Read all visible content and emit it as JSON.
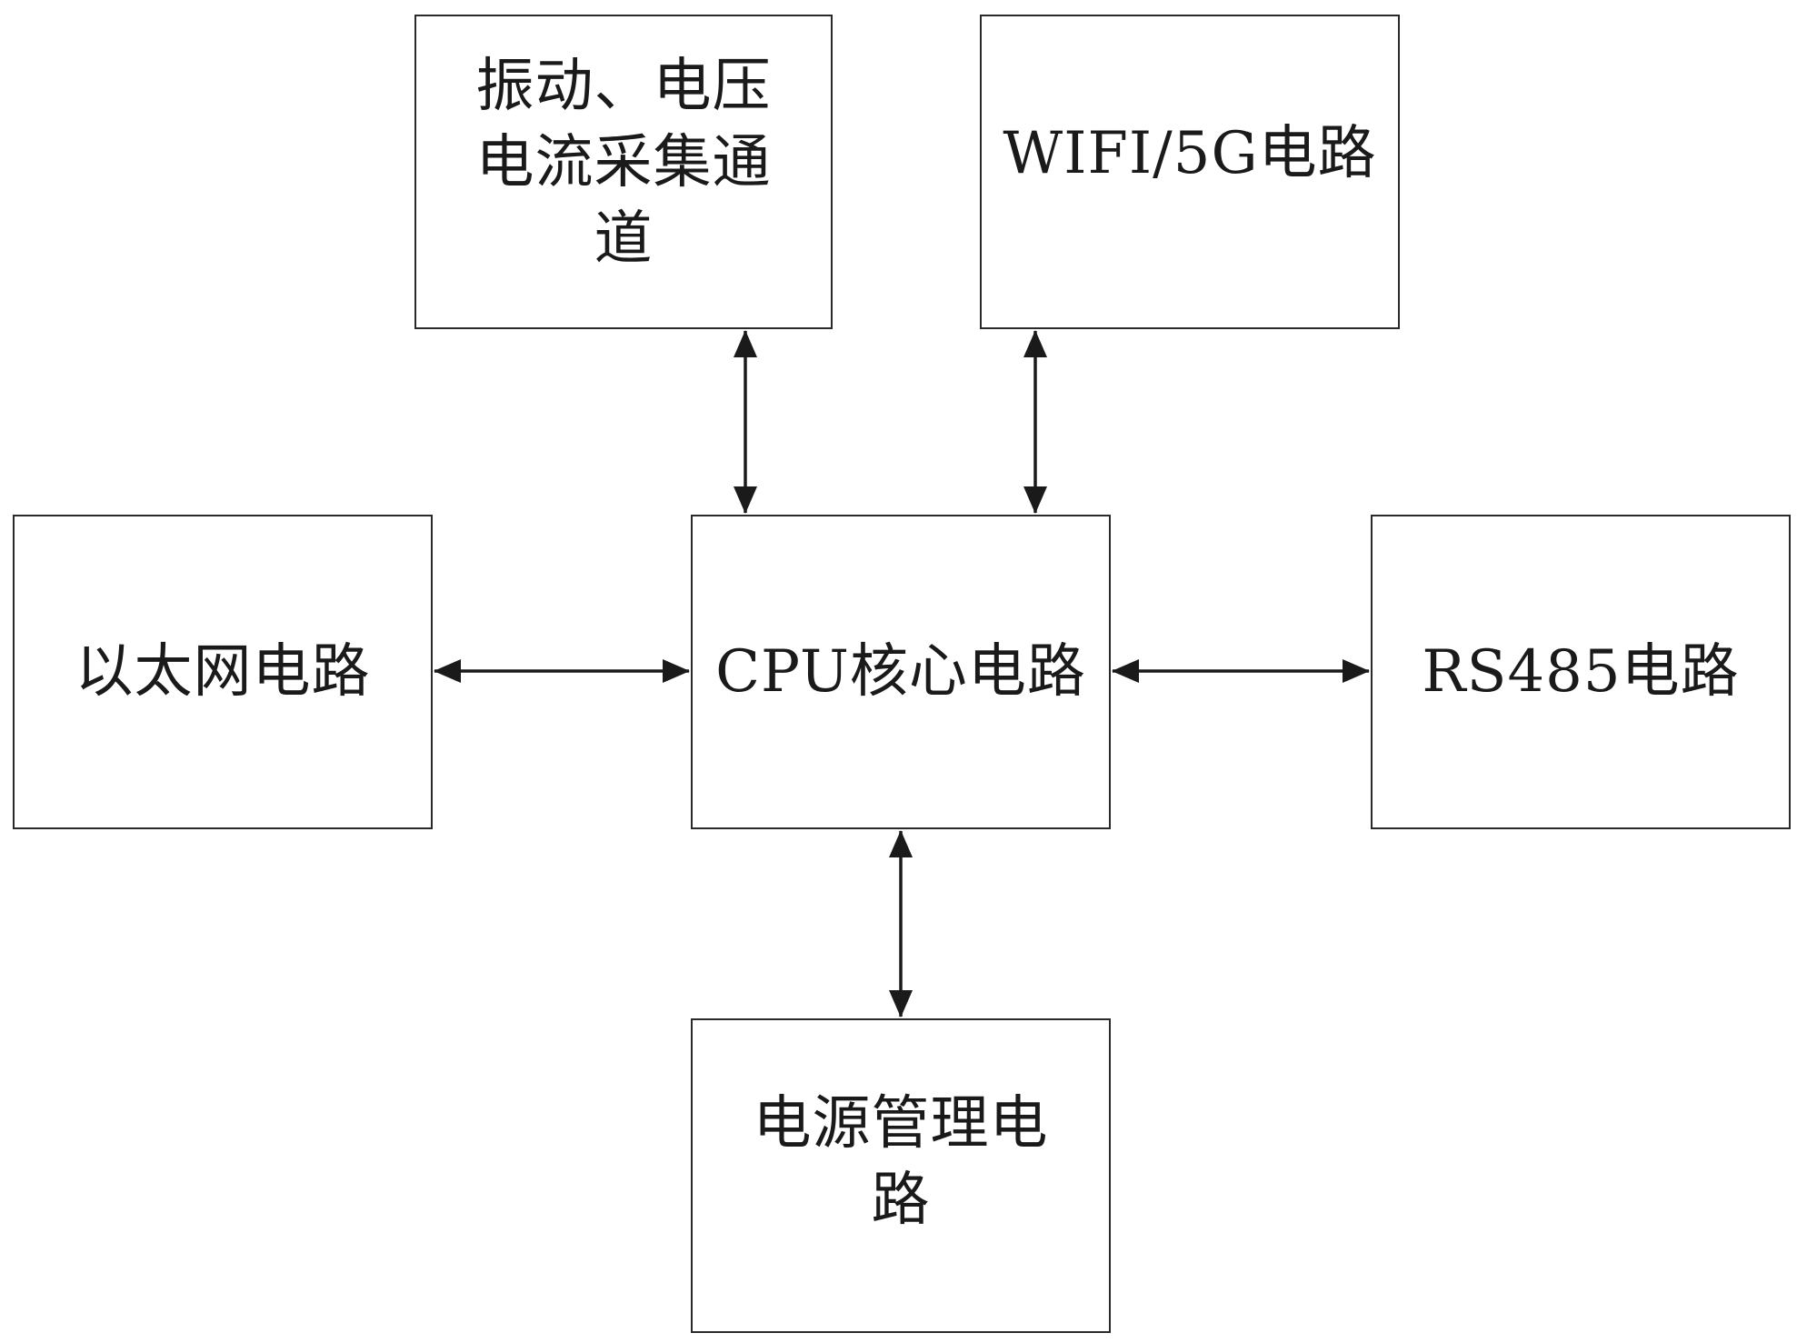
{
  "diagram": {
    "nodes": [
      {
        "id": "vibration",
        "label": "振动、电压\n电流采集通\n道"
      },
      {
        "id": "wifi",
        "label": "WIFI/5G电路"
      },
      {
        "id": "ethernet",
        "label": "以太网电路"
      },
      {
        "id": "cpu",
        "label": "CPU核心电路"
      },
      {
        "id": "rs485",
        "label": "RS485电路"
      },
      {
        "id": "power",
        "label": "电源管理电\n路"
      }
    ],
    "edges": [
      {
        "from": "cpu",
        "to": "vibration",
        "direction": "bidirectional"
      },
      {
        "from": "cpu",
        "to": "wifi",
        "direction": "bidirectional"
      },
      {
        "from": "cpu",
        "to": "ethernet",
        "direction": "bidirectional"
      },
      {
        "from": "cpu",
        "to": "rs485",
        "direction": "bidirectional"
      },
      {
        "from": "cpu",
        "to": "power",
        "direction": "bidirectional"
      }
    ],
    "colors": {
      "line": "#1a1a1a",
      "box_border": "#2a2a2a",
      "background": "#ffffff"
    }
  }
}
